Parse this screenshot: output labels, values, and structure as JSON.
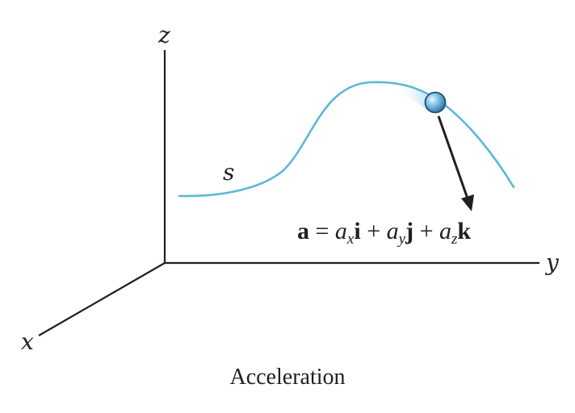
{
  "axes": {
    "x_label": "x",
    "y_label": "y",
    "z_label": "z"
  },
  "curve": {
    "label": "s",
    "color": "#5bb8d6"
  },
  "formula": {
    "lhs": "a",
    "equals": "=",
    "plus": "+",
    "terms": [
      {
        "coef": "a",
        "sub": "x",
        "unit": "i"
      },
      {
        "coef": "a",
        "sub": "y",
        "unit": "j"
      },
      {
        "coef": "a",
        "sub": "z",
        "unit": "k"
      }
    ]
  },
  "caption": "Acceleration",
  "colors": {
    "axis": "#231f20",
    "particle": "#4a9fd1",
    "arrow": "#231f20"
  }
}
